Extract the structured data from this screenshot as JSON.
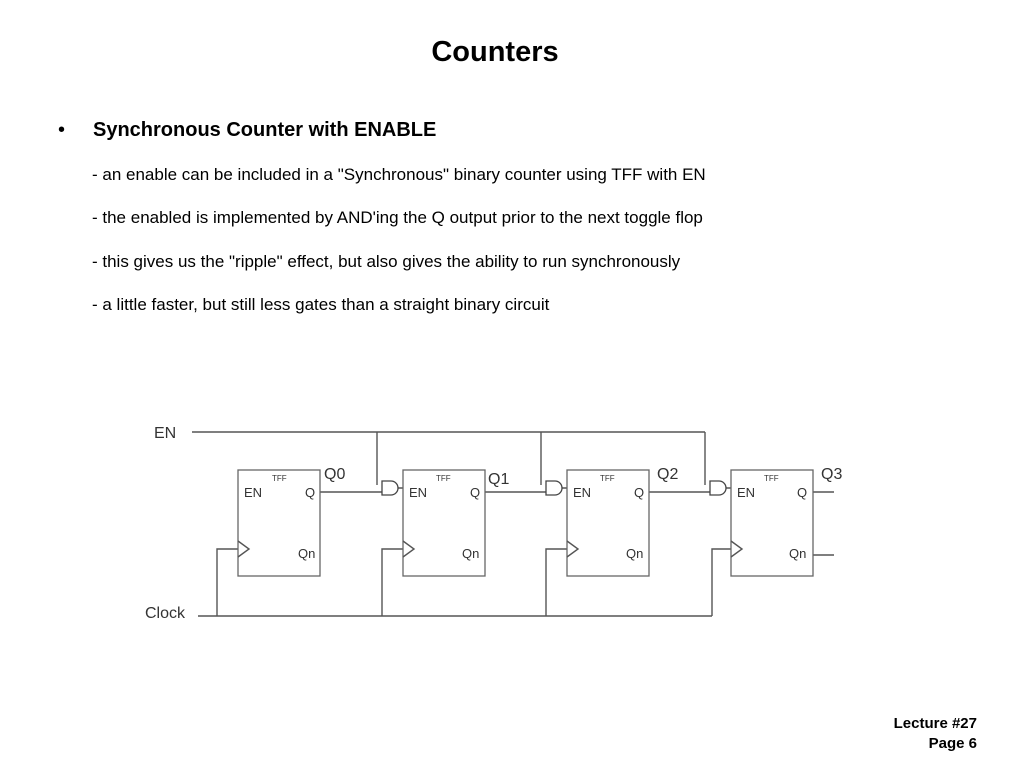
{
  "slide": {
    "title": "Counters",
    "bullet_symbol": "•",
    "heading": "Synchronous Counter with ENABLE",
    "points": [
      "- an enable can be included in a \"Synchronous\" binary counter using TFF with EN",
      "- the enabled is implemented by AND'ing the Q output prior to the next toggle flop",
      "- this gives us the \"ripple\" effect, but also gives the ability to run synchronously",
      "- a little faster, but still less gates than a straight binary circuit"
    ]
  },
  "diagram": {
    "en_label": "EN",
    "clock_label": "Clock",
    "flops": [
      {
        "type": "TFF",
        "input": "EN",
        "q_pin": "Q",
        "qn_pin": "Qn",
        "output": "Q0"
      },
      {
        "type": "TFF",
        "input": "EN",
        "q_pin": "Q",
        "qn_pin": "Qn",
        "output": "Q1"
      },
      {
        "type": "TFF",
        "input": "EN",
        "q_pin": "Q",
        "qn_pin": "Qn",
        "output": "Q2"
      },
      {
        "type": "TFF",
        "input": "EN",
        "q_pin": "Q",
        "qn_pin": "Qn",
        "output": "Q3"
      }
    ]
  },
  "footer": {
    "lecture": "Lecture #27",
    "page": "Page 6"
  }
}
